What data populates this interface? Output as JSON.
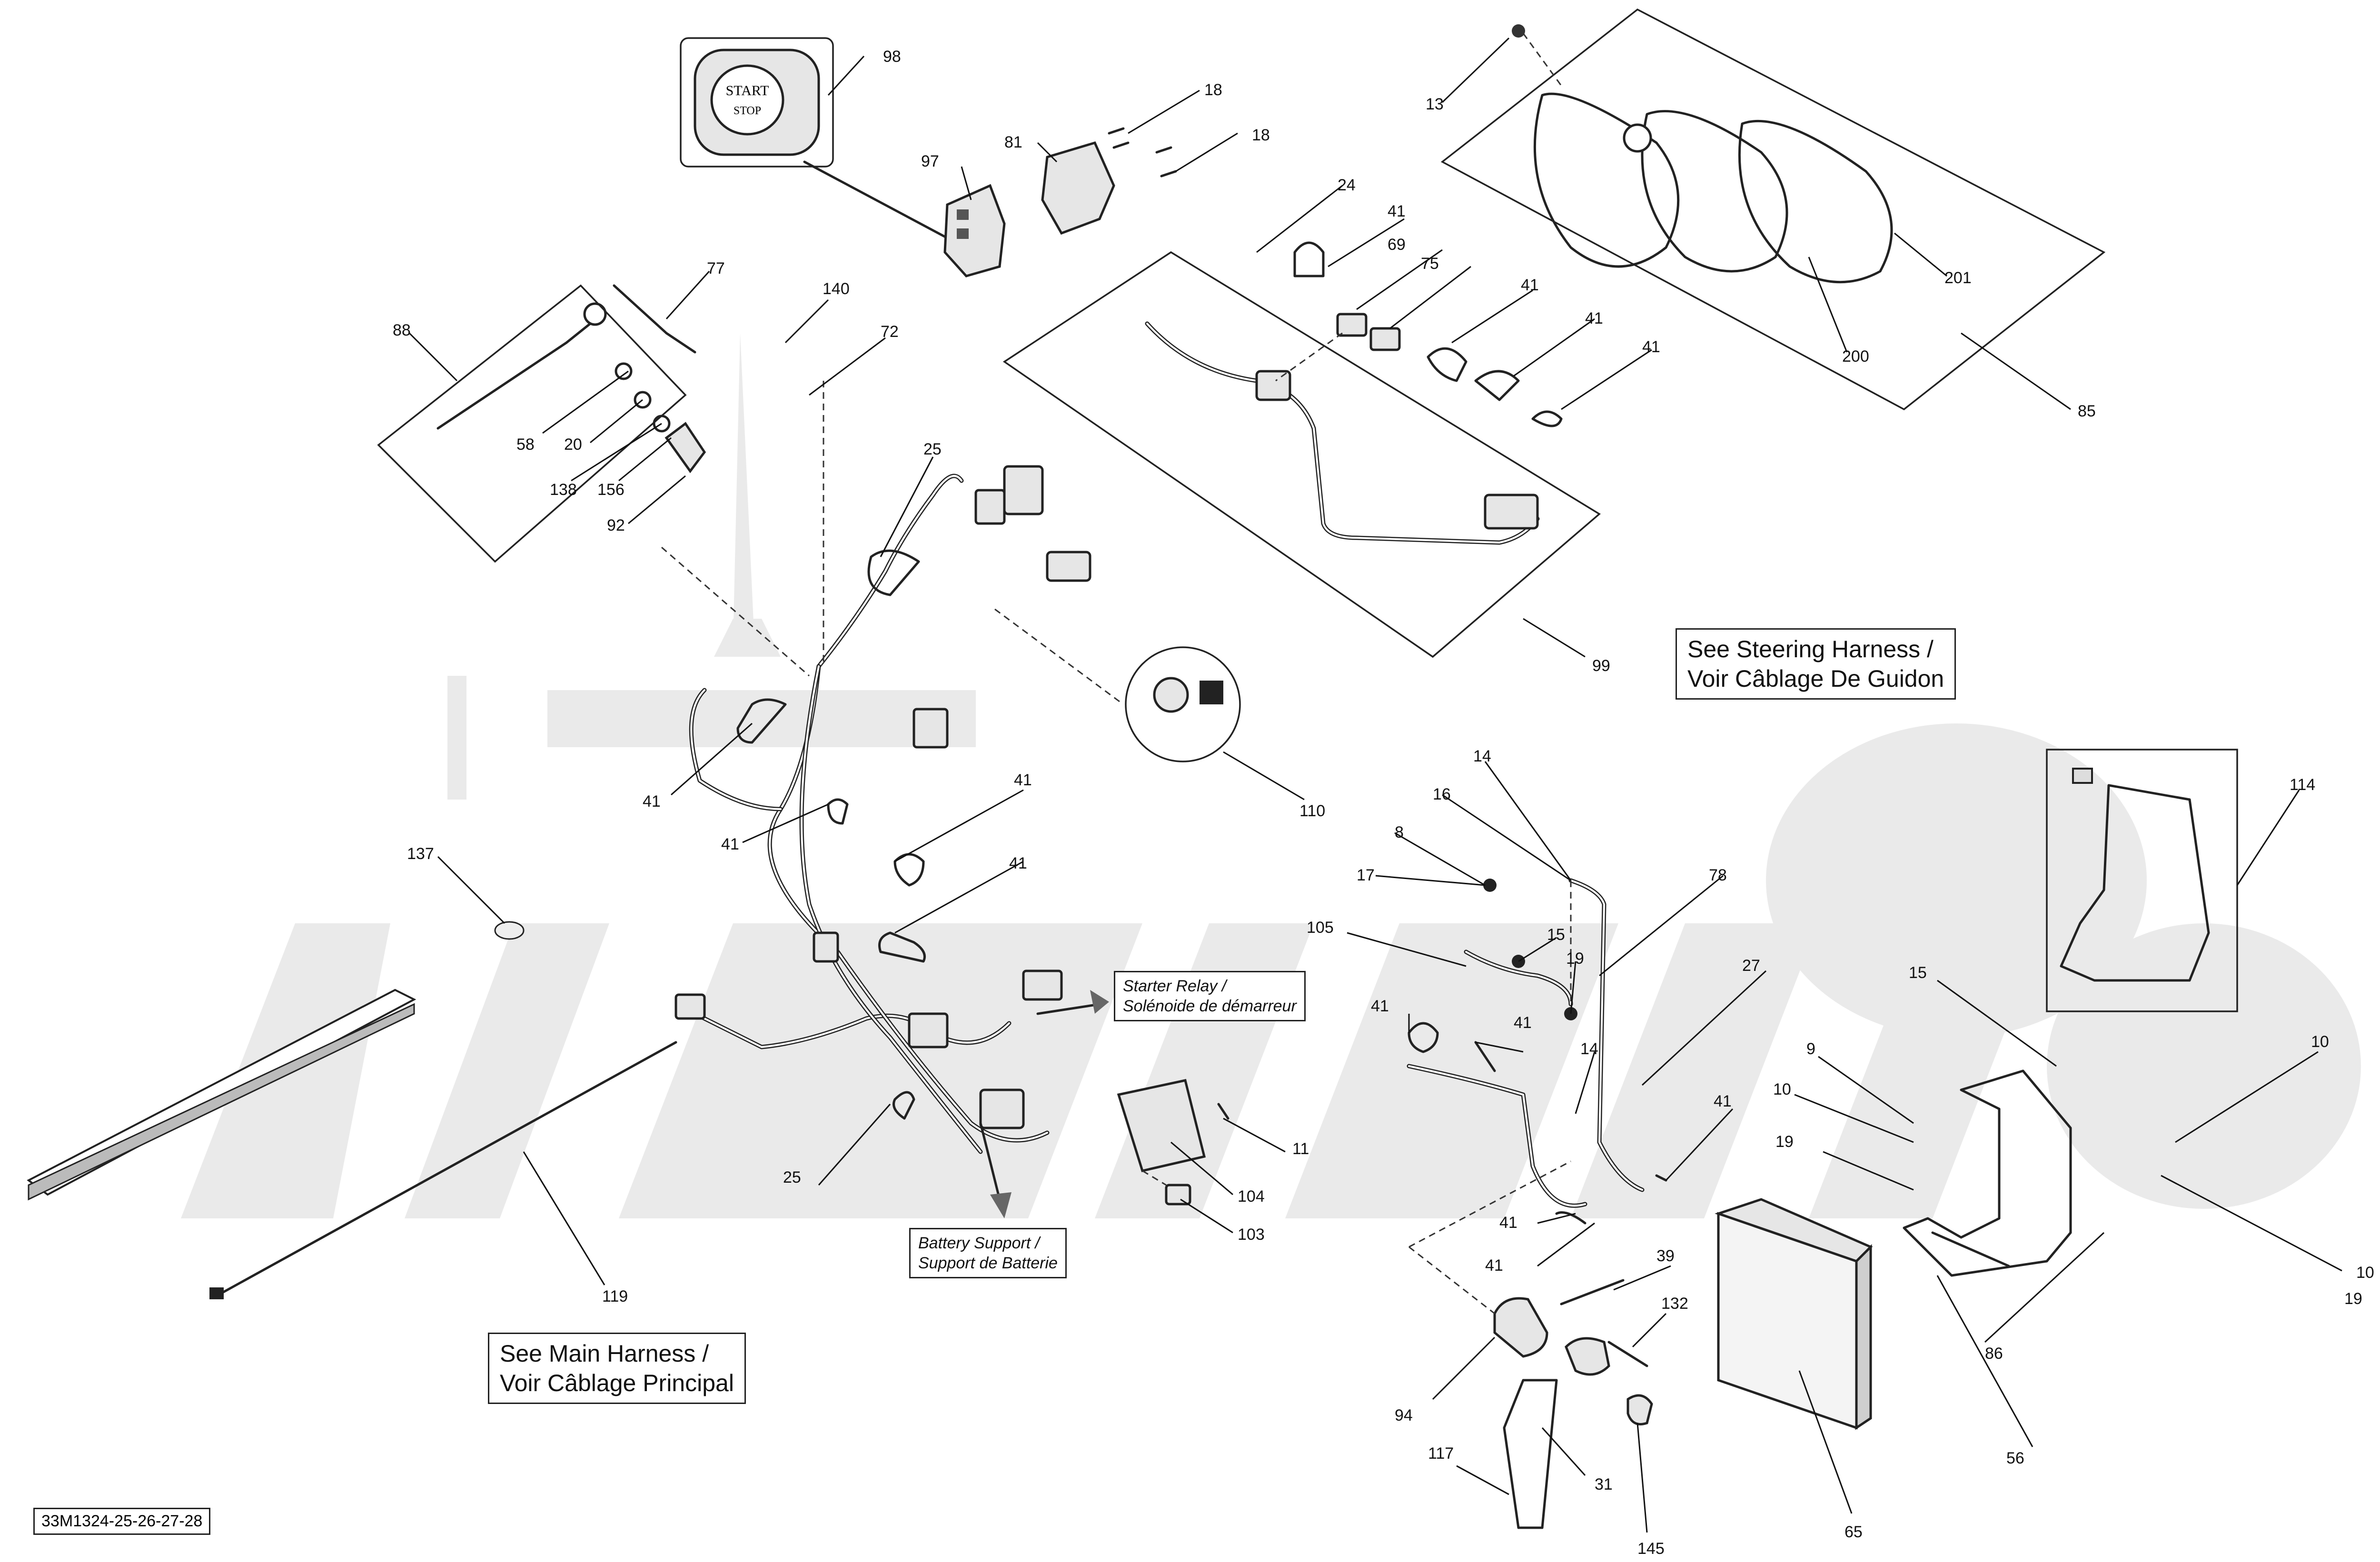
{
  "watermark": {
    "text": ""
  },
  "document_code": "33M1324-25-26-27-28",
  "notes": {
    "steering_harness": [
      "See Steering Harness /",
      "Voir Câblage De Guidon"
    ],
    "main_harness": [
      "See Main Harness /",
      "Voir Câblage Principal"
    ],
    "starter_relay": [
      "Starter Relay /",
      "Solénoide de démarreur"
    ],
    "battery_support": [
      "Battery Support /",
      "Support de Batterie"
    ]
  },
  "callouts": [
    "98",
    "18",
    "18",
    "97",
    "81",
    "13",
    "24",
    "41",
    "69",
    "75",
    "41",
    "41",
    "41",
    "201",
    "200",
    "85",
    "88",
    "77",
    "140",
    "72",
    "58",
    "20",
    "138",
    "156",
    "92",
    "25",
    "99",
    "110",
    "114",
    "41",
    "41",
    "41",
    "41",
    "137",
    "14",
    "16",
    "8",
    "78",
    "17",
    "15",
    "105",
    "19",
    "27",
    "41",
    "41",
    "14",
    "15",
    "9",
    "10",
    "10",
    "41",
    "19",
    "25",
    "11",
    "104",
    "103",
    "119",
    "41",
    "41",
    "39",
    "132",
    "94",
    "117",
    "31",
    "145",
    "65",
    "86",
    "56",
    "19",
    "10"
  ],
  "start_button_text": [
    "START",
    "STOP"
  ]
}
